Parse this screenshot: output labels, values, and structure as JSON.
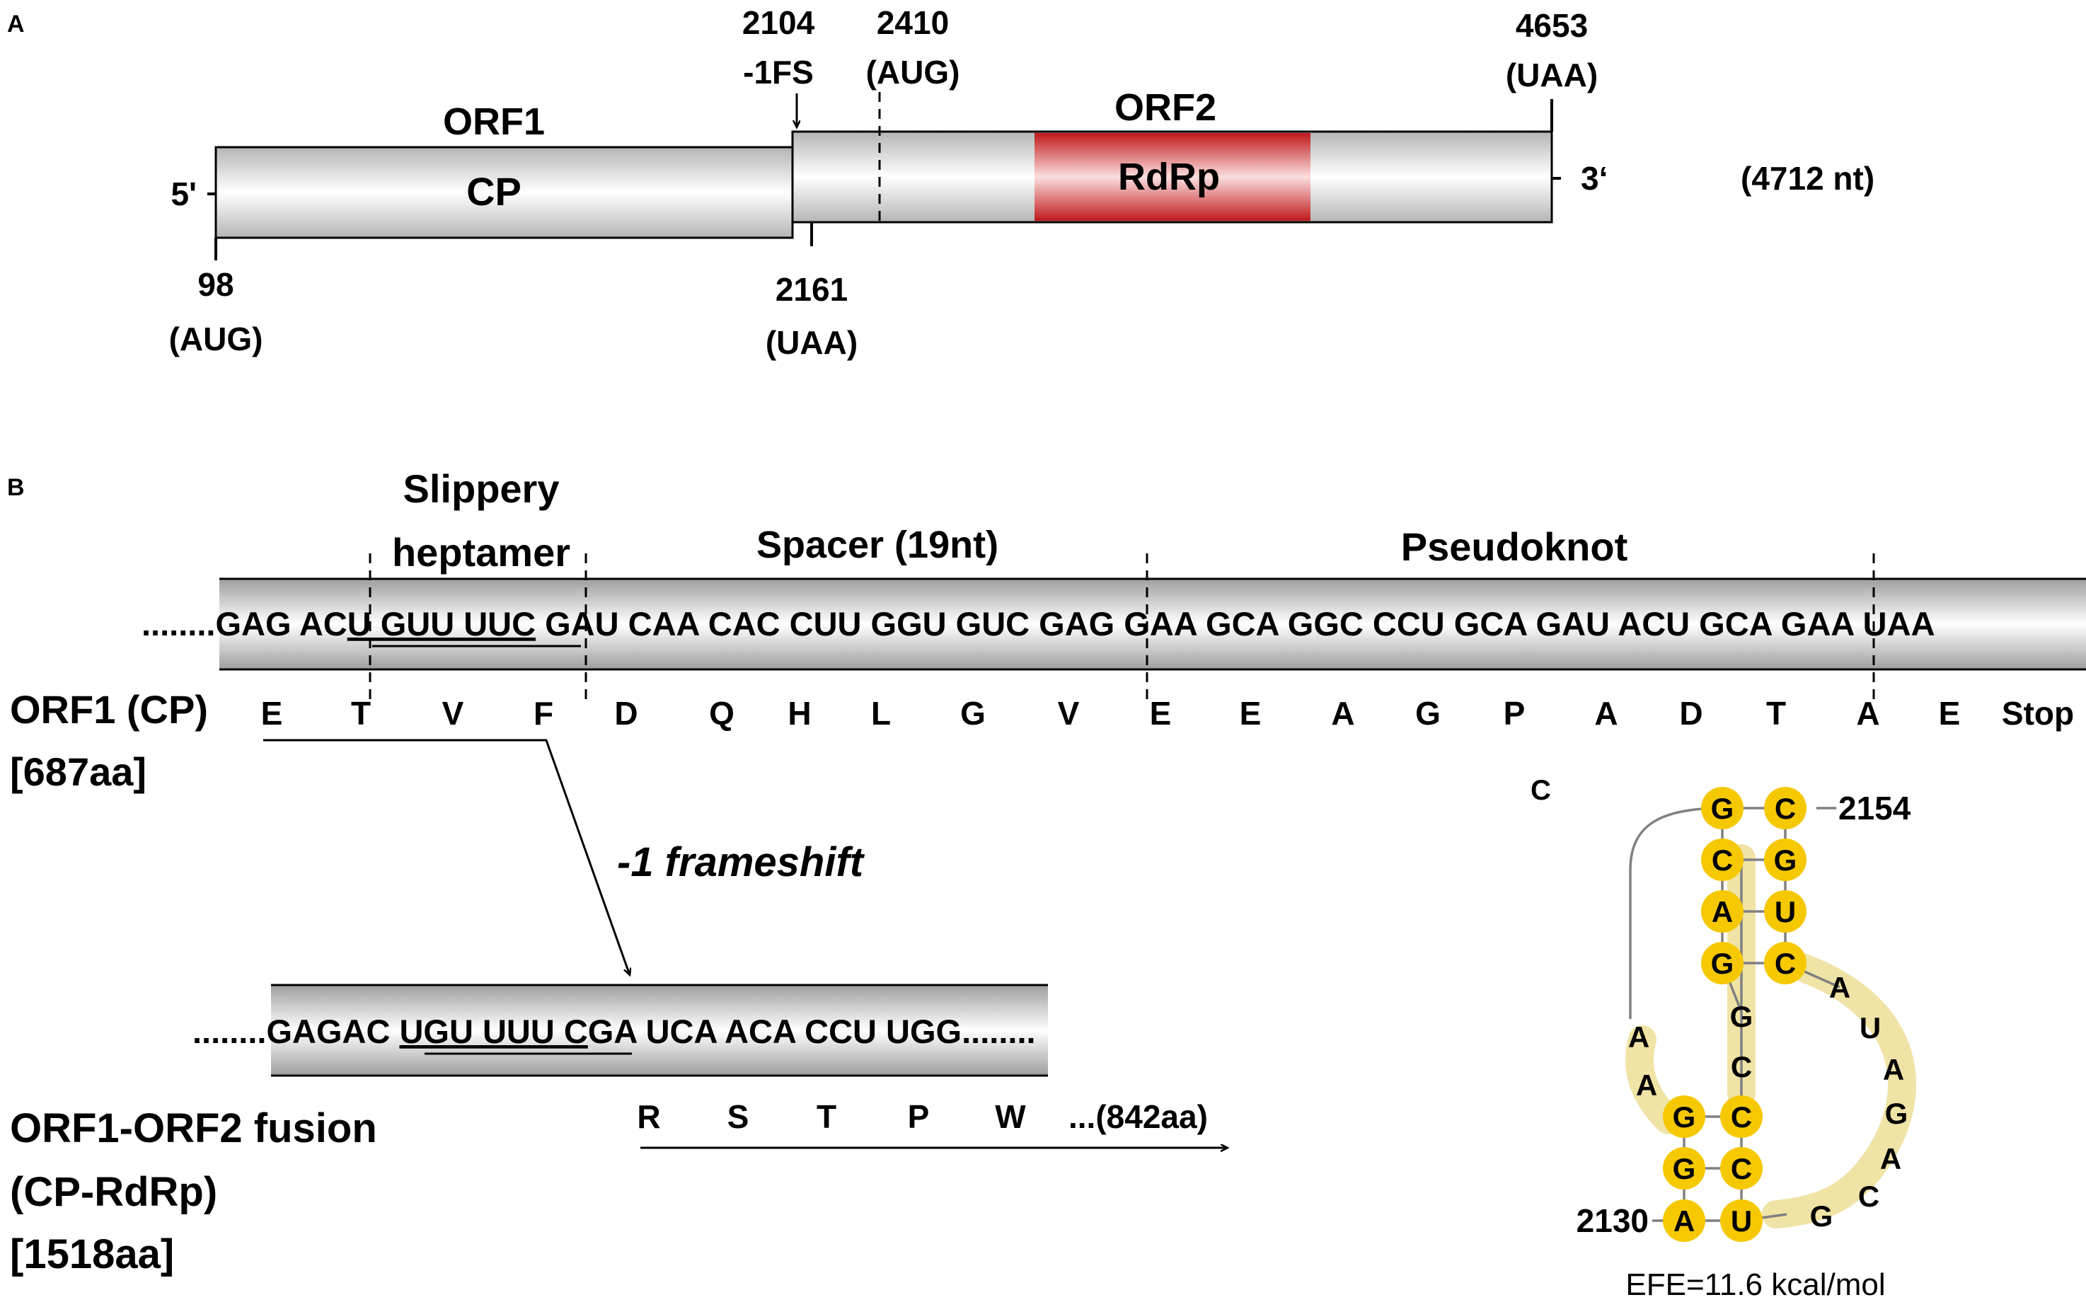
{
  "colors": {
    "rdrp_red": "#c0191c",
    "nucleotide_yellow": "#f5c800",
    "loop_shade": "#f0e3a6",
    "connector_gray": "#808080"
  },
  "panel_a": {
    "label": "A",
    "five_prime": "5'",
    "three_prime": "3‘",
    "orf1_name": "ORF1",
    "orf1_product": "CP",
    "orf2_name": "ORF2",
    "orf2_product": "RdRp",
    "genome_length": "(4712 nt)",
    "orf1_start_pos": "98",
    "orf1_start_codon": "(AUG)",
    "orf1_stop_pos": "2161",
    "orf1_stop_codon": "(UAA)",
    "frameshift_pos": "2104",
    "frameshift_label": "-1FS",
    "orf2_aug_pos": "2410",
    "orf2_aug_codon": "(AUG)",
    "orf2_stop_pos": "4653",
    "orf2_stop_codon": "(UAA)"
  },
  "panel_b": {
    "label": "B",
    "slippery_line1": "Slippery",
    "slippery_line2": "heptamer",
    "spacer": "Spacer (19nt)",
    "pseudoknot": "Pseudoknot",
    "seq_leading_dots": "........",
    "seq_parts": [
      "GAG AC",
      "U GUU UUC",
      " GAU CAA CAC CUU GGU GUC GAG GAA GCA GGC CCU GCA GAU ACU GCA GAA UAA"
    ],
    "orf1_line1": "ORF1 (CP)",
    "orf1_line2": "[687aa]",
    "orf1_aa": [
      "E",
      "T",
      "V",
      "F",
      "D",
      "Q",
      "H",
      "L",
      "G",
      "V",
      "E",
      "E",
      "A",
      "G",
      "P",
      "A",
      "D",
      "T",
      "A",
      "E",
      "Stop"
    ],
    "frameshift_text": "-1 frameshift",
    "fusion_leading_dots": "........",
    "fusion_parts": [
      "GAGAC ",
      "UGU UUU C",
      "GA UCA ACA CCU UGG"
    ],
    "fusion_trailing_dots": "........",
    "fusion_line1": "ORF1-ORF2 fusion",
    "fusion_line2": "(CP-RdRp)",
    "fusion_line3": "[1518aa]",
    "fusion_aa": [
      "R",
      "S",
      "T",
      "P",
      "W"
    ],
    "fusion_more": "...(842aa)"
  },
  "panel_c": {
    "label": "C",
    "label_2154": "2154",
    "label_2130": "2130",
    "efe": "EFE=11.6 kcal/mol",
    "stem_left": [
      "G",
      "C",
      "A",
      "G"
    ],
    "stem_right": [
      "C",
      "G",
      "U",
      "C"
    ],
    "mid_column": [
      "G",
      "C"
    ],
    "lower_left": [
      "G",
      "G",
      "A"
    ],
    "lower_right": [
      "C",
      "C",
      "U"
    ],
    "left_loop": [
      "A",
      "A"
    ],
    "right_loop": [
      "A",
      "U",
      "A",
      "G",
      "A",
      "C",
      "G"
    ]
  }
}
